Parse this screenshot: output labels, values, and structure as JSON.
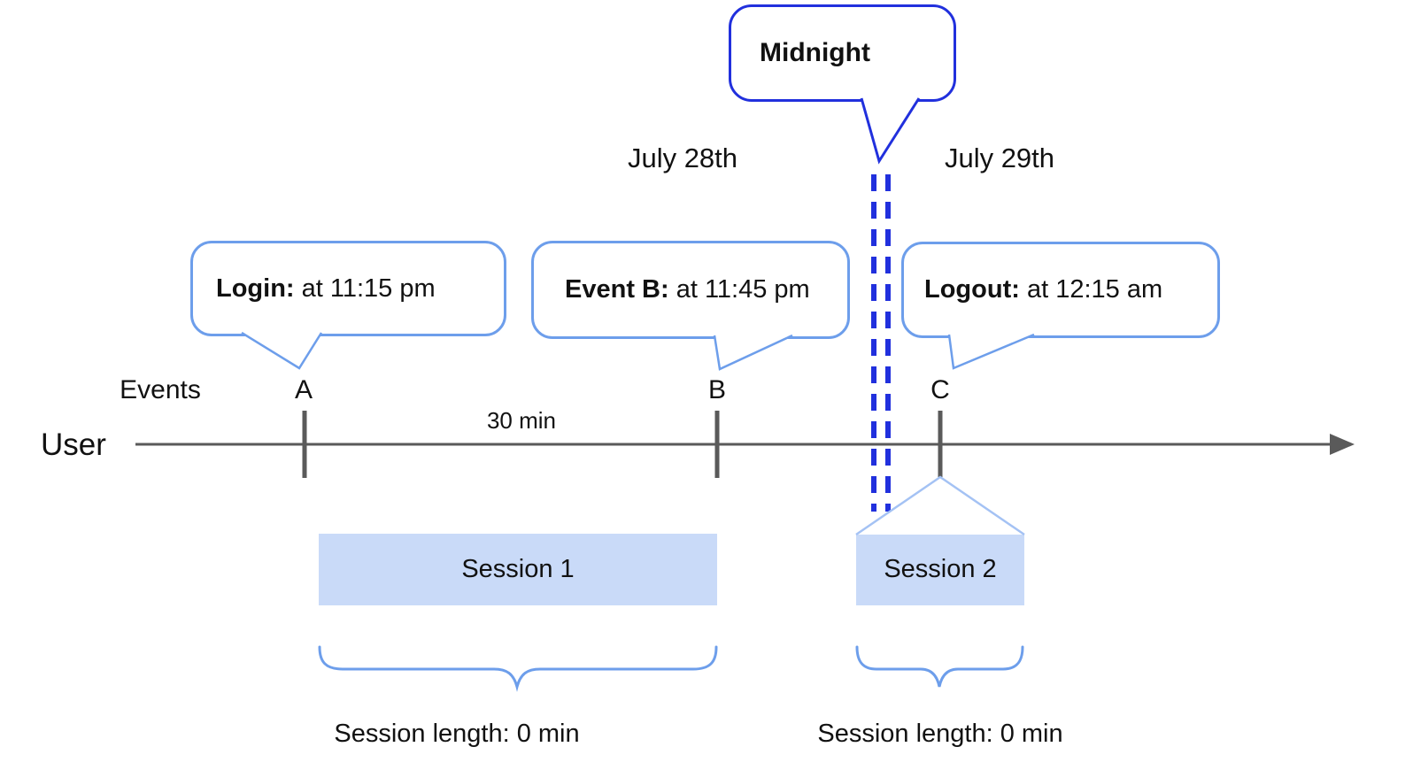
{
  "midnight_callout": {
    "label": "Midnight"
  },
  "date_labels": {
    "before": "July 28th",
    "after": "July 29th"
  },
  "axis": {
    "row_label": "User",
    "events_label": "Events",
    "interval_label": "30 min"
  },
  "event_markers": [
    {
      "letter": "A",
      "callout_title": "Login:",
      "callout_detail": " at 11:15 pm"
    },
    {
      "letter": "B",
      "callout_title": "Event B:",
      "callout_detail": " at 11:45 pm"
    },
    {
      "letter": "C",
      "callout_title": "Logout:",
      "callout_detail": " at 12:15 am"
    }
  ],
  "sessions": [
    {
      "label": "Session 1",
      "length_label": "Session length: 0 min"
    },
    {
      "label": "Session 2",
      "length_label": "Session length: 0 min"
    }
  ],
  "colors": {
    "midnight_blue": "#2130dd",
    "callout_cornflower": "#6d9eeb",
    "session_fill": "#c9daf8",
    "roof_stroke": "#a4c2f4",
    "axis_gray": "#5a5a5a"
  }
}
